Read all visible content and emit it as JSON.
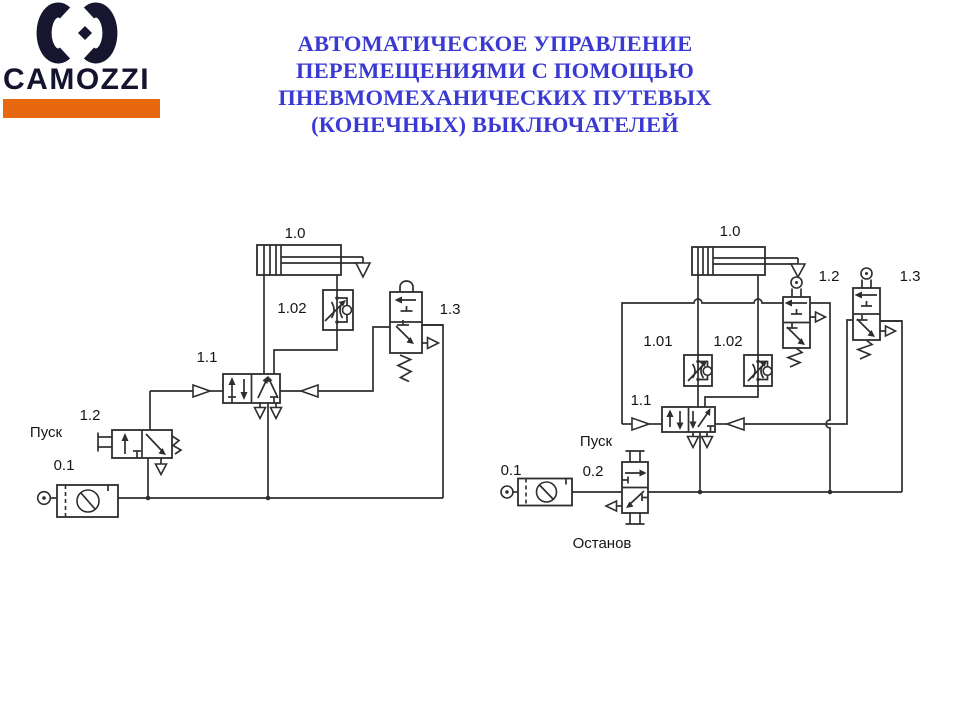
{
  "logo": {
    "brand": "CAMOZZI",
    "bar_color": "#E8680F",
    "mark_color": "#16162E"
  },
  "title": {
    "text": "АВТОМАТИЧЕСКОЕ УПРАВЛЕНИЕ\nПЕРЕМЕЩЕНИЯМИ С ПОМОЩЬЮ\nПНЕВМОМЕХАНИЧЕСКИХ ПУТЕВЫХ\n(КОНЕЧНЫХ) ВЫКЛЮЧАТЕЛЕЙ",
    "color": "#3A3AD2"
  },
  "left_diagram": {
    "labels": {
      "cylinder": "1.0",
      "flow_valve": "1.02",
      "main_valve": "1.1",
      "start_valve": "1.2",
      "start_caption": "Пуск",
      "air_supply": "0.1",
      "limit_valve": "1.3"
    }
  },
  "right_diagram": {
    "labels": {
      "cylinder": "1.0",
      "flow_valve_1": "1.01",
      "flow_valve_2": "1.02",
      "main_valve": "1.1",
      "limit_valve_12": "1.2",
      "limit_valve_13": "1.3",
      "air_supply": "0.1",
      "start_stop_valve": "0.2",
      "start_caption": "Пуск",
      "stop_caption": "Останов"
    }
  }
}
